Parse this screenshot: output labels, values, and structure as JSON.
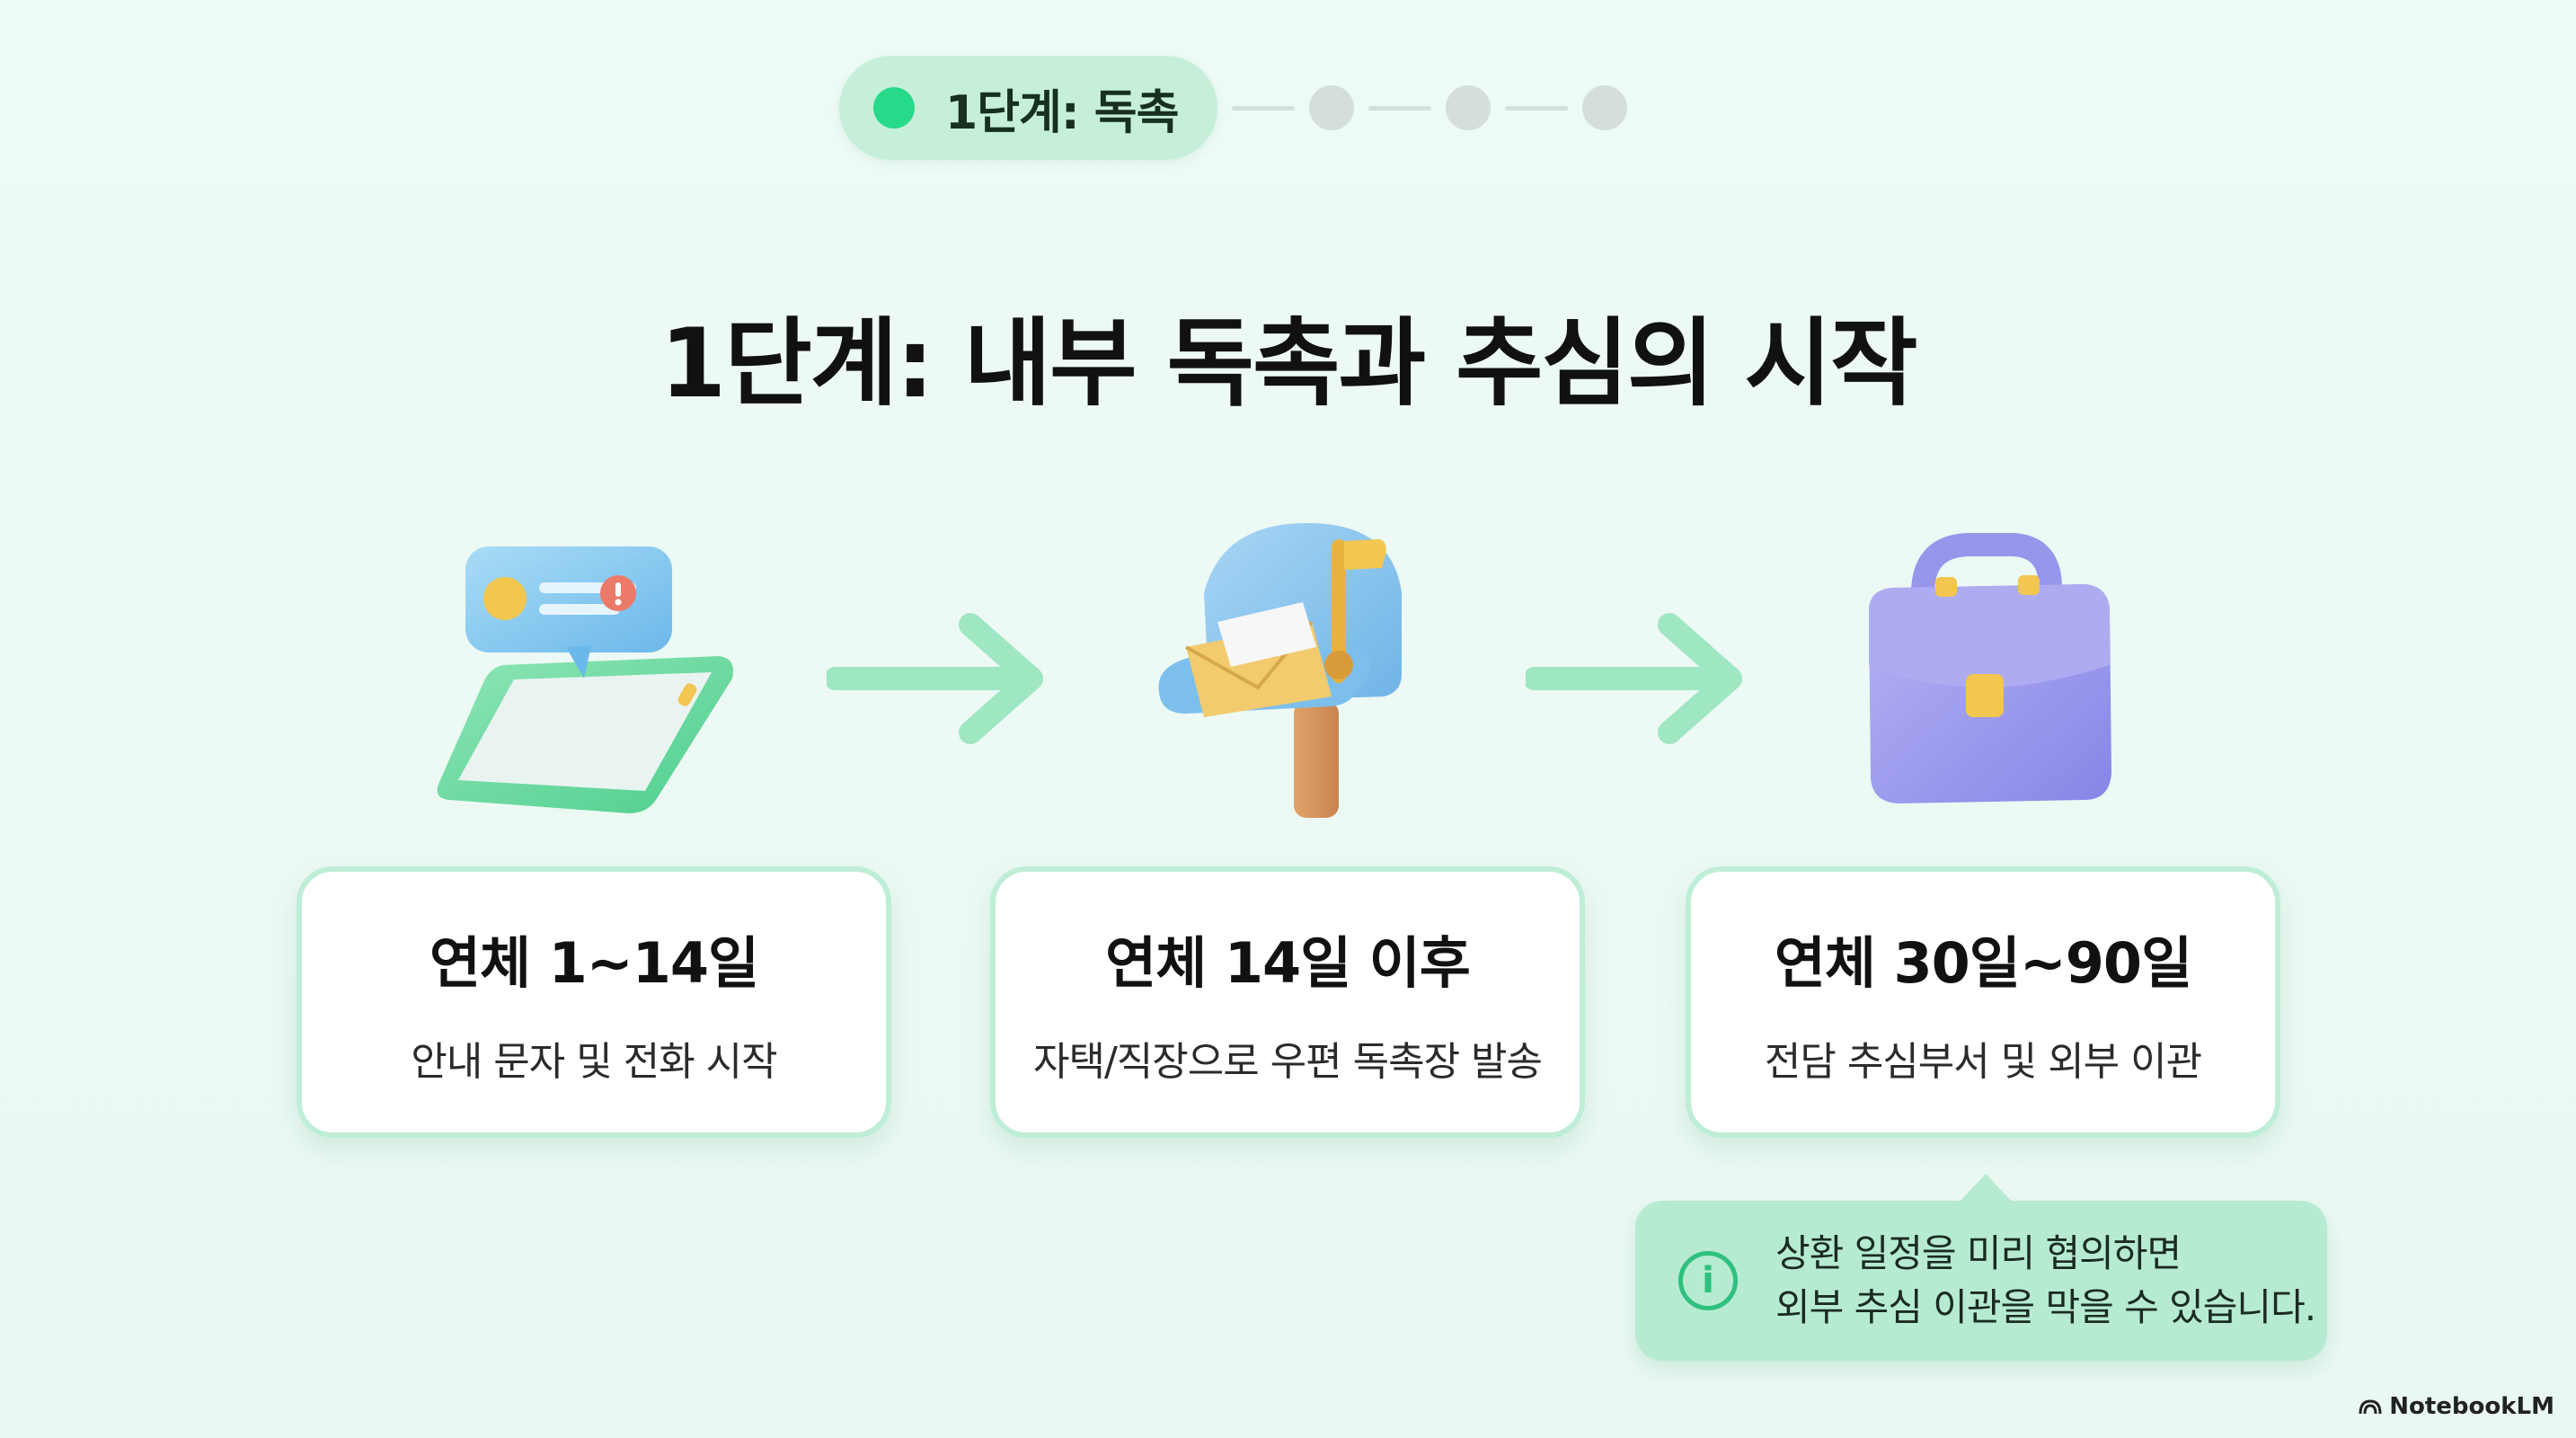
{
  "stepper": {
    "current_label": "1단계: 독촉",
    "remaining_steps": 3
  },
  "title": "1단계: 내부 독촉과 추심의 시작",
  "illustrations": [
    "phone-message-icon",
    "mailbox-letter-icon",
    "briefcase-icon"
  ],
  "cards": [
    {
      "title": "연체 1~14일",
      "desc": "안내 문자 및 전화 시작"
    },
    {
      "title": "연체 14일 이후",
      "desc": "자택/직장으로 우편 독촉장 발송"
    },
    {
      "title": "연체 30일~90일",
      "desc": "전담 추심부서 및 외부 이관"
    }
  ],
  "tip": {
    "icon": "info-icon",
    "line1": "상환 일정을 미리 협의하면",
    "line2": "외부 추심 이관을 막을 수 있습니다."
  },
  "brand": "NotebookLM",
  "colors": {
    "accent": "#27d98a",
    "card_border": "#bfeed6",
    "tip_bg": "#b6ebd1",
    "background": "#eefaf5"
  }
}
